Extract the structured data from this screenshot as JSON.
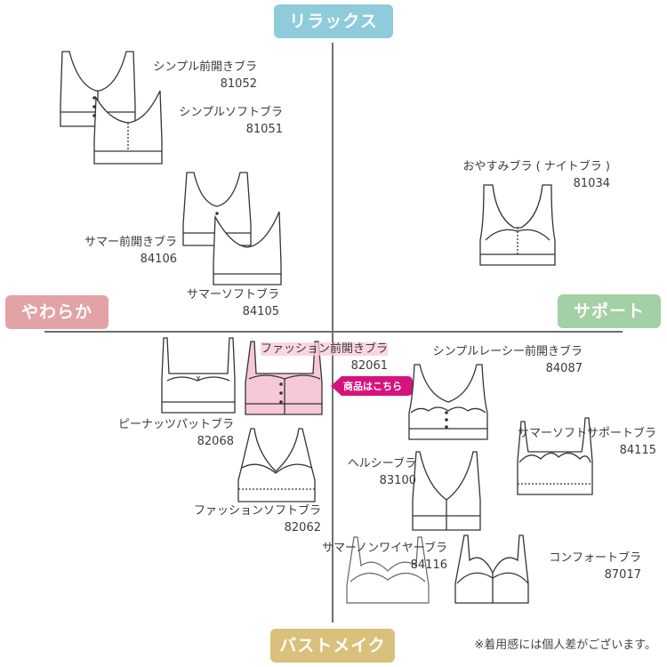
{
  "axes": {
    "top": "リラックス",
    "left": "やわらか",
    "right": "サポート",
    "bottom": "バストメイク"
  },
  "products": [
    {
      "name": "シンプル前開きブラ",
      "code": "81052"
    },
    {
      "name": "シンプルソフトブラ",
      "code": "81051"
    },
    {
      "name": "おやすみブラ ( ナイトブラ )",
      "code": "81034"
    },
    {
      "name": "サマー前開きブラ",
      "code": "84106"
    },
    {
      "name": "サマーソフトブラ",
      "code": "84105"
    },
    {
      "name": "ファッション前開きブラ",
      "code": "82061"
    },
    {
      "name": "シンプルレーシー前開きブラ",
      "code": "84087"
    },
    {
      "name": "ピーナッツパットブラ",
      "code": "82068"
    },
    {
      "name": "サマーソフトサポートブラ",
      "code": "84115"
    },
    {
      "name": "ヘルシーブラ",
      "code": "83100"
    },
    {
      "name": "ファッションソフトブラ",
      "code": "82062"
    },
    {
      "name": "サマーノンワイヤーブラ",
      "code": "84116"
    },
    {
      "name": "コンフォートブラ",
      "code": "87017"
    }
  ],
  "cta": {
    "label": "商品はこちら",
    "color": "#d6137c"
  },
  "highlight_color": "#f7c8d6",
  "note": "※着用感には個人差がございます。"
}
